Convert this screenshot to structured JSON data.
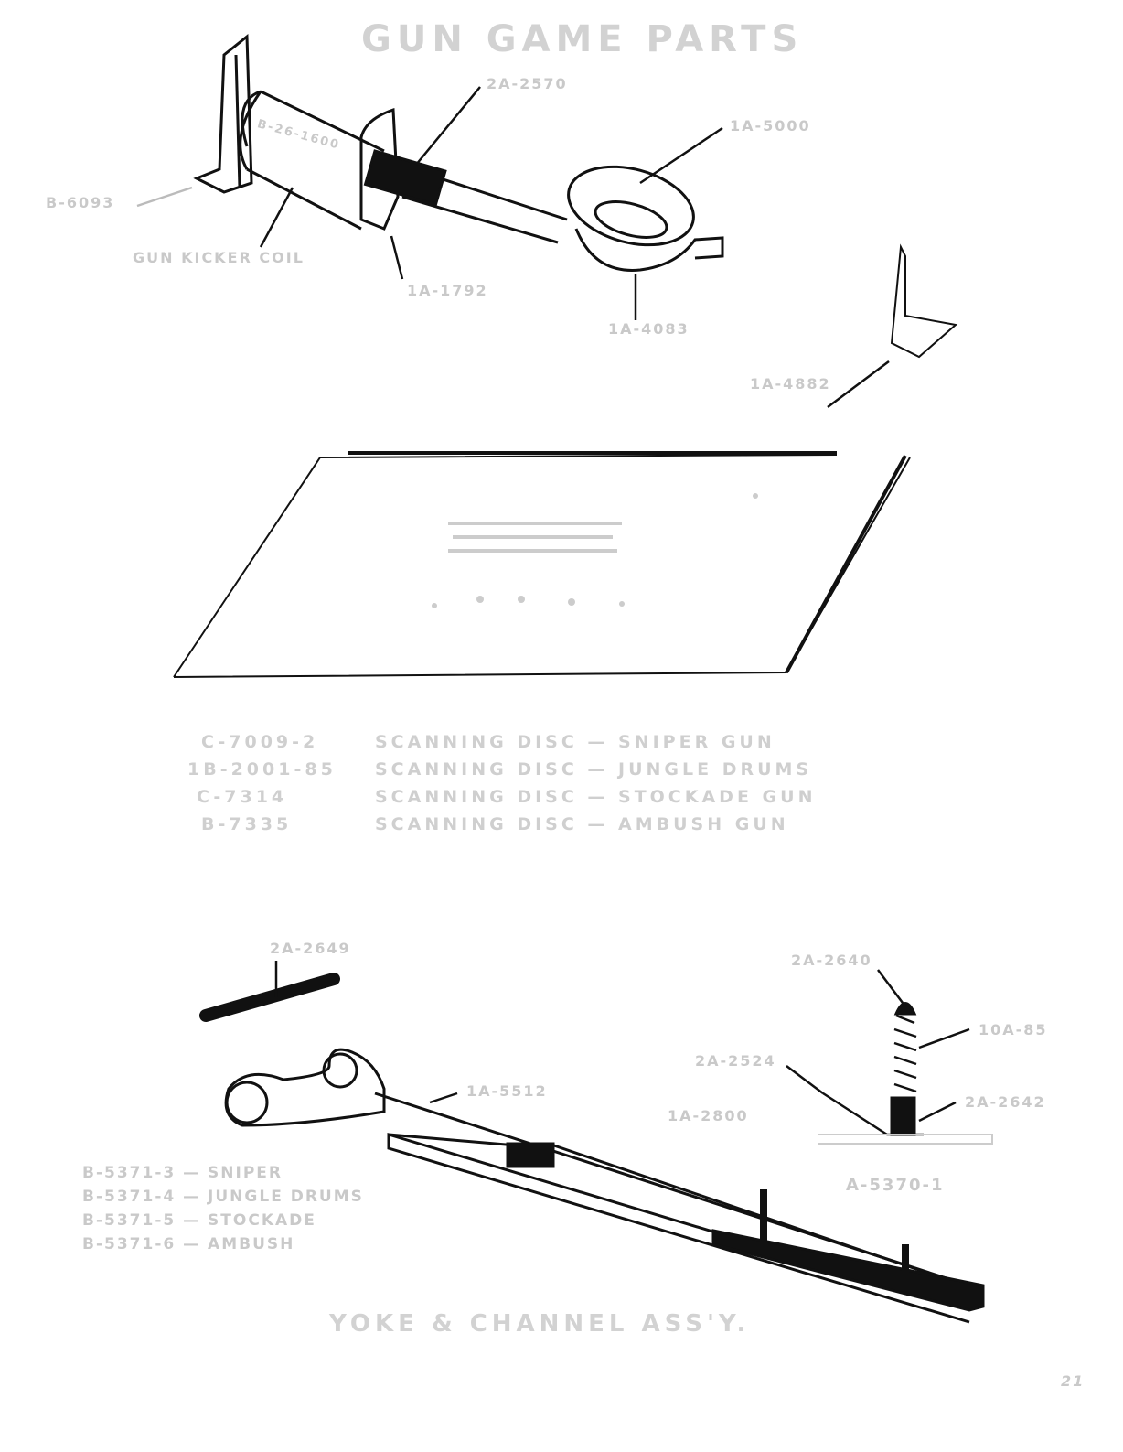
{
  "title": "GUN GAME PARTS",
  "kicker_labels": {
    "plunger": "2A-2570",
    "ring": "1A-5000",
    "bracket_left": "B-6093",
    "coil_part": "B-26-1600",
    "coil": "GUN KICKER COIL",
    "bracket": "1A-1792",
    "yoke_ring": "1A-4083",
    "angle_bracket": "1A-4882"
  },
  "discs": [
    {
      "part": "C-7009-2",
      "desc": "SCANNING DISC — SNIPER GUN"
    },
    {
      "part": "1B-2001-85",
      "desc": "SCANNING DISC — JUNGLE DRUMS"
    },
    {
      "part": "C-7314",
      "desc": "SCANNING DISC — STOCKADE GUN"
    },
    {
      "part": "B-7335",
      "desc": "SCANNING DISC — AMBUSH GUN"
    }
  ],
  "yoke_labels": {
    "pin": "2A-2649",
    "plunger_tip": "2A-2640",
    "spring": "10A-85",
    "wire": "2A-2524",
    "sleeve": "2A-2642",
    "base": "1A-2800",
    "channel": "1A-5512",
    "assembly": "A-5370-1"
  },
  "yoke_variants": [
    "B-5371-3 —  SNIPER",
    "B-5371-4 —  JUNGLE DRUMS",
    "B-5371-5 —  STOCKADE",
    "B-5371-6 —  AMBUSH"
  ],
  "yoke_title": "YOKE & CHANNEL ASS'Y.",
  "page_mark": "21"
}
